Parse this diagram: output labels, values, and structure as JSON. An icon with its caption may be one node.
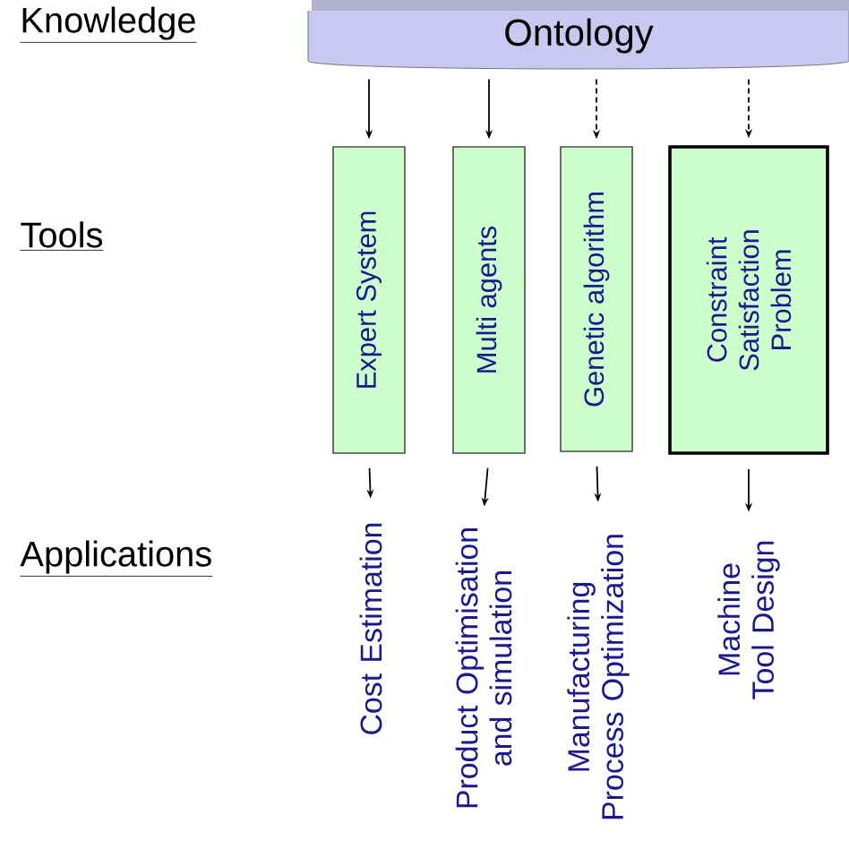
{
  "diagram": {
    "nodes": [
      {
        "text": [
          "Ontology"
        ]
      },
      {
        "text": [
          "Expert System"
        ]
      },
      {
        "text": [
          "Multi agents"
        ]
      },
      {
        "text": [
          "Genetic algorithm"
        ]
      },
      {
        "text": [
          "Constraint Satisfaction Problem"
        ]
      },
      {
        "text": [
          "Cost Estimation"
        ]
      },
      {
        "text": [
          "Product Optimisation and simulation"
        ]
      },
      {
        "text": [
          "Manufacturing Process Optimization"
        ]
      },
      {
        "text": [
          "Machine Tool Design"
        ]
      }
    ],
    "edges": [
      {
        "from": 0,
        "to": 1,
        "arrow": "to"
      },
      {
        "from": 0,
        "to": 2,
        "arrow": "to"
      },
      {
        "from": 0,
        "to": 3,
        "arrow": "to",
        "style": "dashed"
      },
      {
        "from": 0,
        "to": 4,
        "arrow": "to",
        "style": "dashed"
      },
      {
        "from": 1,
        "to": 5,
        "arrow": "to"
      },
      {
        "from": 2,
        "to": 6,
        "arrow": "to"
      },
      {
        "from": 3,
        "to": 7,
        "arrow": "to"
      },
      {
        "from": 4,
        "to": 8,
        "arrow": "to"
      }
    ],
    "labels": [
      "Knowledge",
      "Tools",
      "Applications"
    ]
  }
}
